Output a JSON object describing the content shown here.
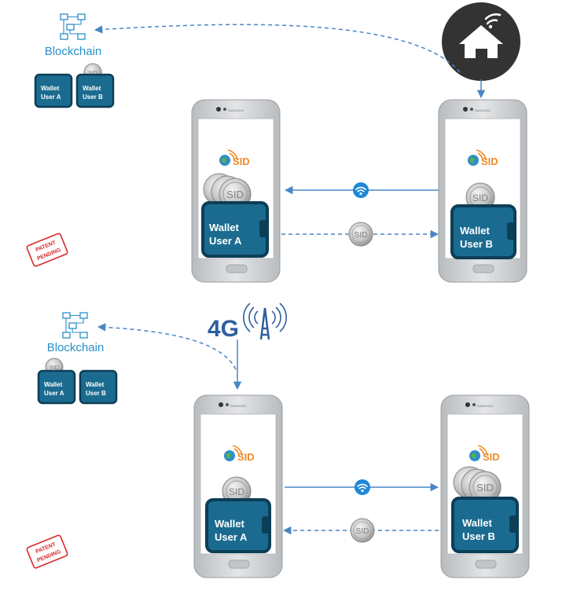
{
  "colors": {
    "wallet": "#1a6b8f",
    "wallet_dark": "#0d3e57",
    "line": "#4a86c4",
    "blockchain_text": "#2a8fc9",
    "sid_orange": "#f08a2a",
    "stamp_red": "#d82a2a",
    "phone_body": "#d2d4d6",
    "home_bg": "#333333"
  },
  "top_scene": {
    "blockchain_label": "Blockchain",
    "mini_wallet_a": {
      "line1": "Wallet",
      "line2": "User A"
    },
    "mini_wallet_b": {
      "line1": "Wallet",
      "line2": "User B"
    },
    "mini_coin_label": "SID",
    "home_icon": "home-wifi-icon",
    "phone_a": {
      "brand": "SAMSUNG",
      "logo": "SID",
      "wallet_line1": "Wallet",
      "wallet_line2": "User A",
      "coin_label": "SID",
      "coins": 3
    },
    "phone_b": {
      "brand": "SAMSUNG",
      "logo": "SID",
      "wallet_line1": "Wallet",
      "wallet_line2": "User B",
      "coin_label": "SID",
      "coins": 1
    },
    "transfer_coin_label": "SID",
    "stamp": {
      "line1": "PATENT",
      "line2": "PENDING"
    }
  },
  "bottom_scene": {
    "blockchain_label": "Blockchain",
    "mini_wallet_a": {
      "line1": "Wallet",
      "line2": "User A"
    },
    "mini_wallet_b": {
      "line1": "Wallet",
      "line2": "User B"
    },
    "mini_coin_label": "SID",
    "tower_label": "4G",
    "phone_a": {
      "brand": "SAMSUNG",
      "logo": "SID",
      "wallet_line1": "Wallet",
      "wallet_line2": "User A",
      "coin_label": "SID",
      "coins": 1
    },
    "phone_b": {
      "brand": "SAMSUNG",
      "logo": "SID",
      "wallet_line1": "Wallet",
      "wallet_line2": "User B",
      "coin_label": "SID",
      "coins": 3
    },
    "transfer_coin_label": "SID",
    "stamp": {
      "line1": "PATENT",
      "line2": "PENDING"
    }
  }
}
